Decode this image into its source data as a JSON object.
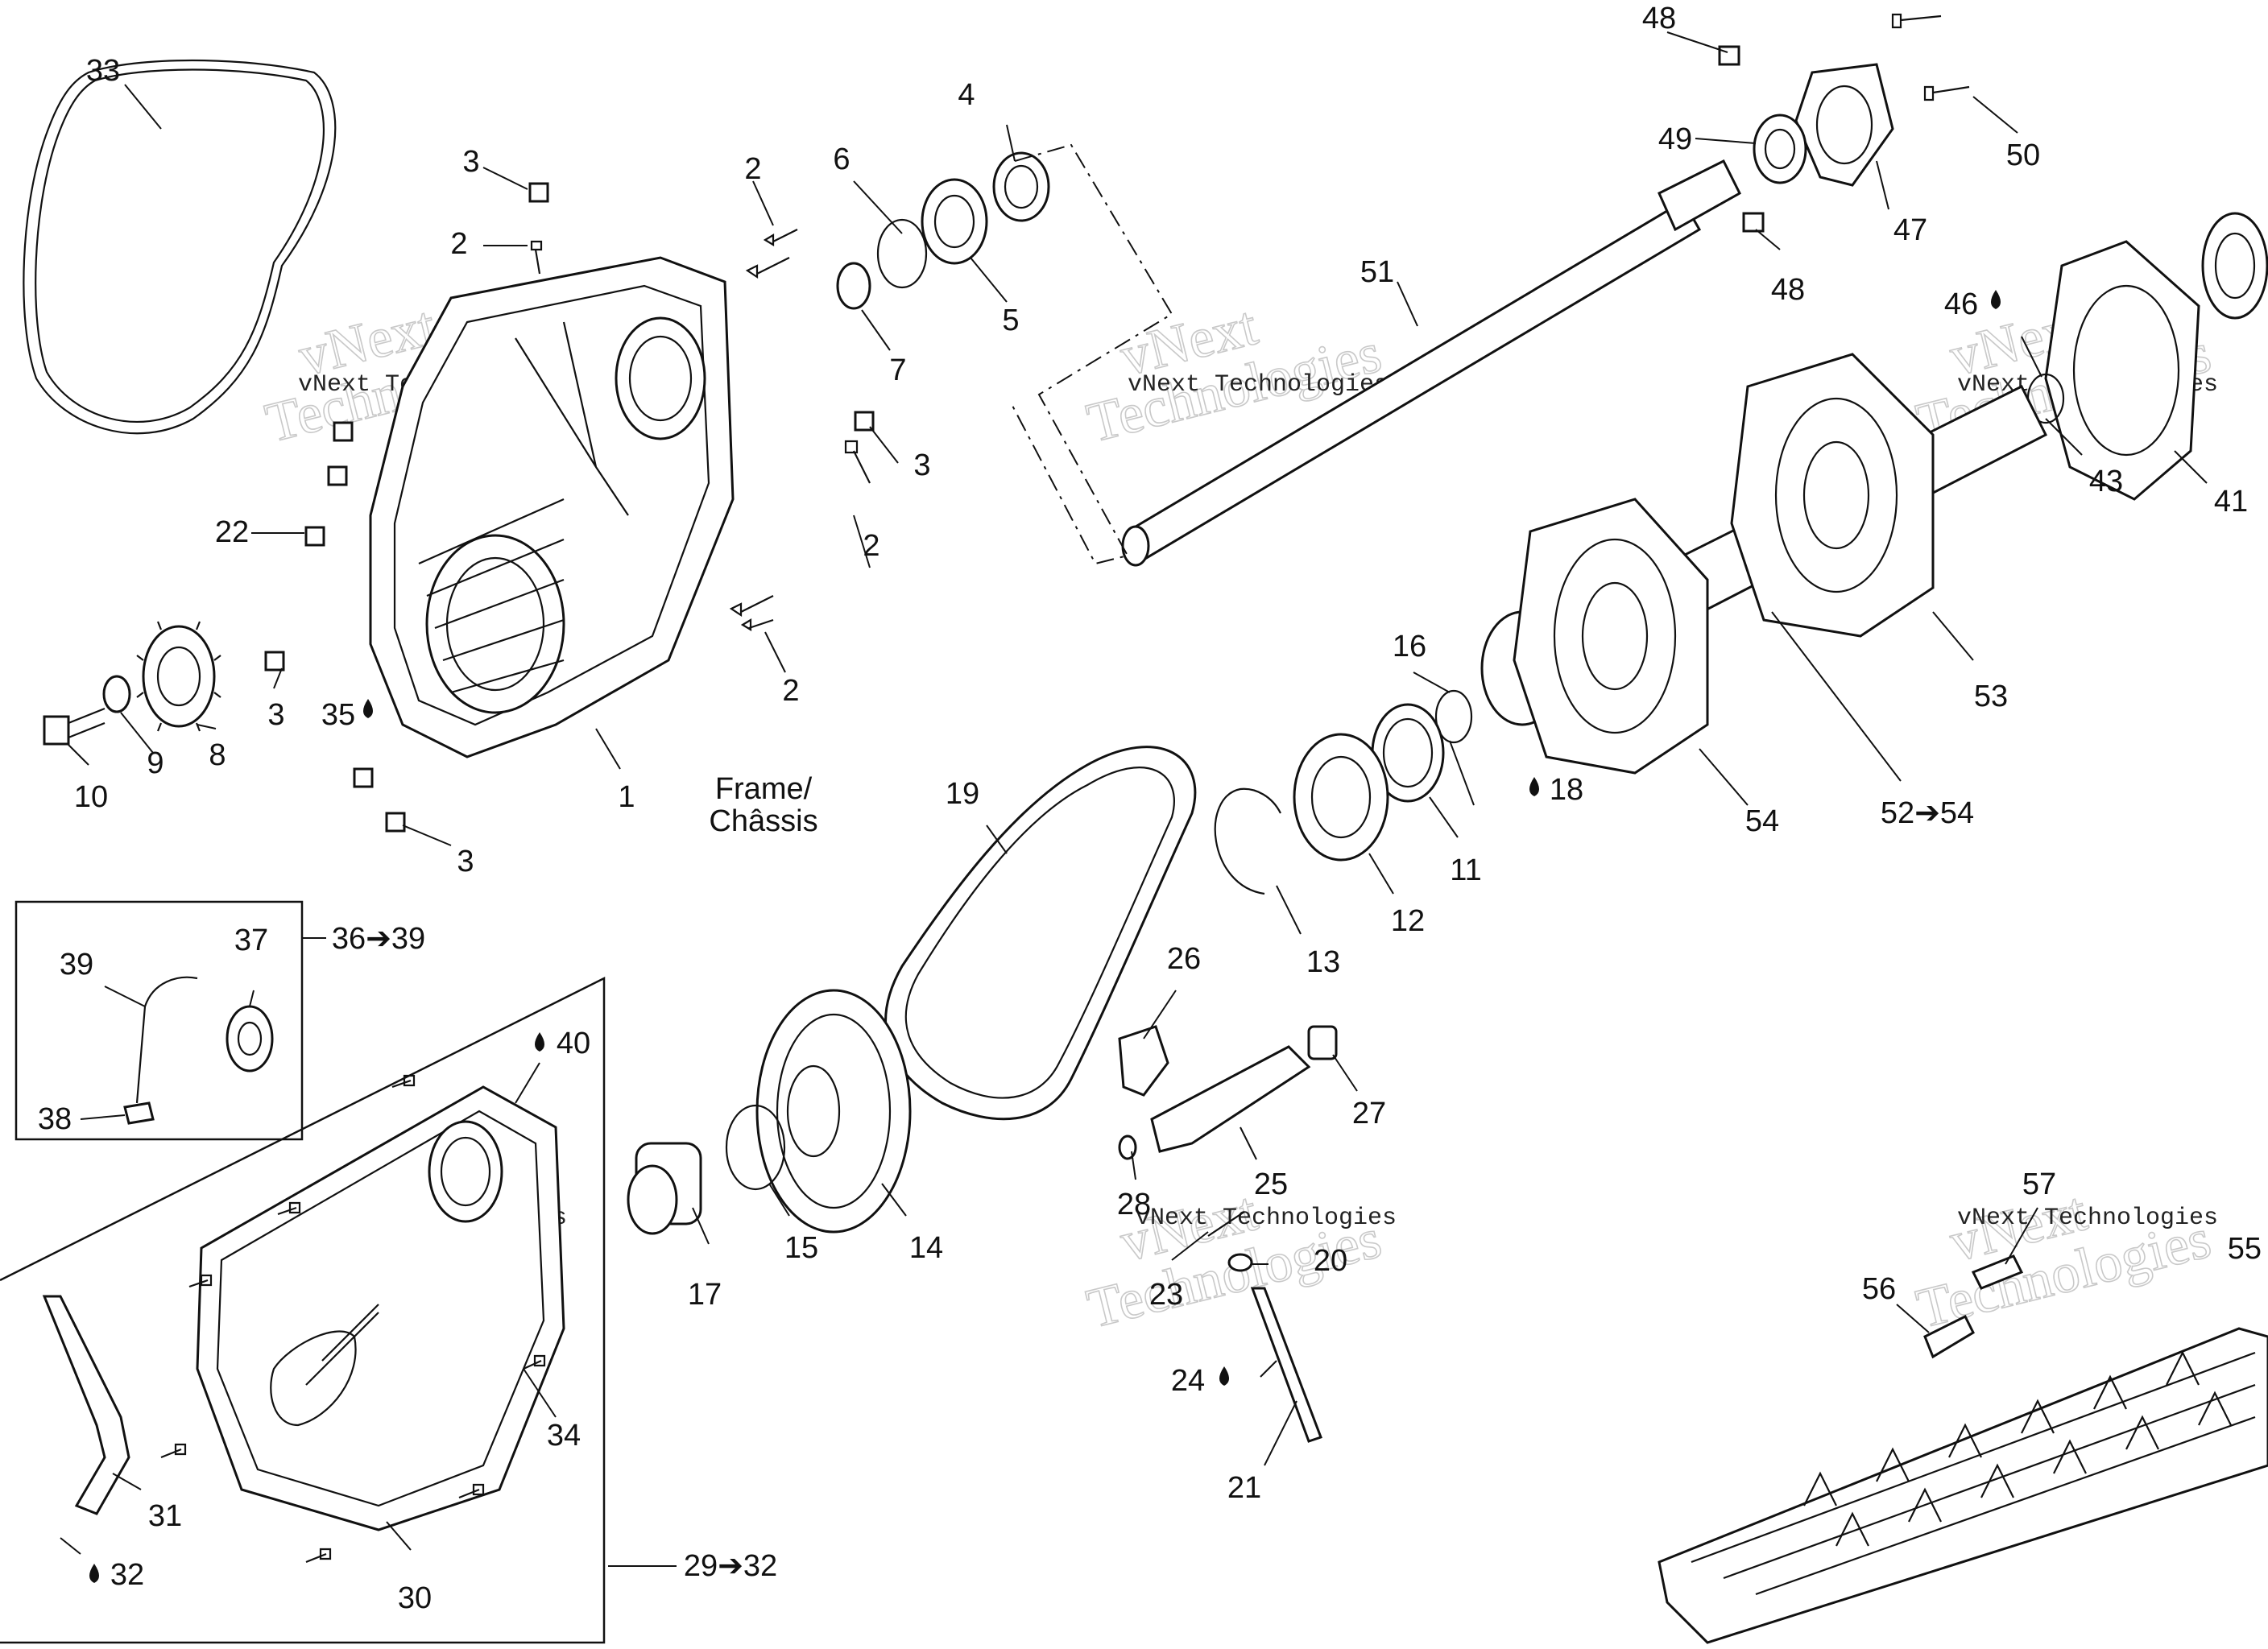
{
  "diagram": {
    "callouts": [
      {
        "id": "c33",
        "text": "33"
      },
      {
        "id": "c3a",
        "text": "3"
      },
      {
        "id": "c2a",
        "text": "2"
      },
      {
        "id": "c2b",
        "text": "2"
      },
      {
        "id": "c6",
        "text": "6"
      },
      {
        "id": "c4",
        "text": "4"
      },
      {
        "id": "c5",
        "text": "5"
      },
      {
        "id": "c7",
        "text": "7"
      },
      {
        "id": "c3b",
        "text": "3"
      },
      {
        "id": "c2c",
        "text": "2"
      },
      {
        "id": "c22",
        "text": "22"
      },
      {
        "id": "c2d",
        "text": "2"
      },
      {
        "id": "c3c",
        "text": "3"
      },
      {
        "id": "c35",
        "text": "35"
      },
      {
        "id": "c10",
        "text": "10"
      },
      {
        "id": "c9",
        "text": "9"
      },
      {
        "id": "c8",
        "text": "8"
      },
      {
        "id": "c1",
        "text": "1"
      },
      {
        "id": "c3d",
        "text": "3"
      },
      {
        "id": "c48a",
        "text": "48"
      },
      {
        "id": "c49",
        "text": "49"
      },
      {
        "id": "c50",
        "text": "50"
      },
      {
        "id": "c47",
        "text": "47"
      },
      {
        "id": "c48b",
        "text": "48"
      },
      {
        "id": "c51",
        "text": "51"
      },
      {
        "id": "c46",
        "text": "46"
      },
      {
        "id": "c43",
        "text": "43"
      },
      {
        "id": "c41",
        "text": "41"
      },
      {
        "id": "c53",
        "text": "53"
      },
      {
        "id": "c16",
        "text": "16"
      },
      {
        "id": "c18",
        "text": "18"
      },
      {
        "id": "c54",
        "text": "54"
      },
      {
        "id": "c52r",
        "text": "52➔54"
      },
      {
        "id": "c11",
        "text": "11"
      },
      {
        "id": "c12",
        "text": "12"
      },
      {
        "id": "c13",
        "text": "13"
      },
      {
        "id": "c19",
        "text": "19"
      },
      {
        "id": "c36r",
        "text": "36➔39"
      },
      {
        "id": "c39",
        "text": "39"
      },
      {
        "id": "c37",
        "text": "37"
      },
      {
        "id": "c38",
        "text": "38"
      },
      {
        "id": "c40",
        "text": "40"
      },
      {
        "id": "c26",
        "text": "26"
      },
      {
        "id": "c27",
        "text": "27"
      },
      {
        "id": "c28",
        "text": "28"
      },
      {
        "id": "c25",
        "text": "25"
      },
      {
        "id": "c23",
        "text": "23"
      },
      {
        "id": "c20",
        "text": "20"
      },
      {
        "id": "c24",
        "text": "24"
      },
      {
        "id": "c21",
        "text": "21"
      },
      {
        "id": "c17",
        "text": "17"
      },
      {
        "id": "c15",
        "text": "15"
      },
      {
        "id": "c14",
        "text": "14"
      },
      {
        "id": "c34",
        "text": "34"
      },
      {
        "id": "c31",
        "text": "31"
      },
      {
        "id": "c32",
        "text": "32"
      },
      {
        "id": "c30",
        "text": "30"
      },
      {
        "id": "c29r",
        "text": "29➔32"
      },
      {
        "id": "c57",
        "text": "57"
      },
      {
        "id": "c56",
        "text": "56"
      },
      {
        "id": "c55",
        "text": "55"
      }
    ],
    "frame_label": [
      "Frame/",
      "Châssis"
    ],
    "watermark": {
      "brand_outline_1": "vNext",
      "brand_outline_2": "Technologies",
      "brand_small": "vNext Technologies"
    },
    "colors": {
      "line": "#111111",
      "watermark": "#c9c9c9",
      "background": "#ffffff"
    }
  }
}
